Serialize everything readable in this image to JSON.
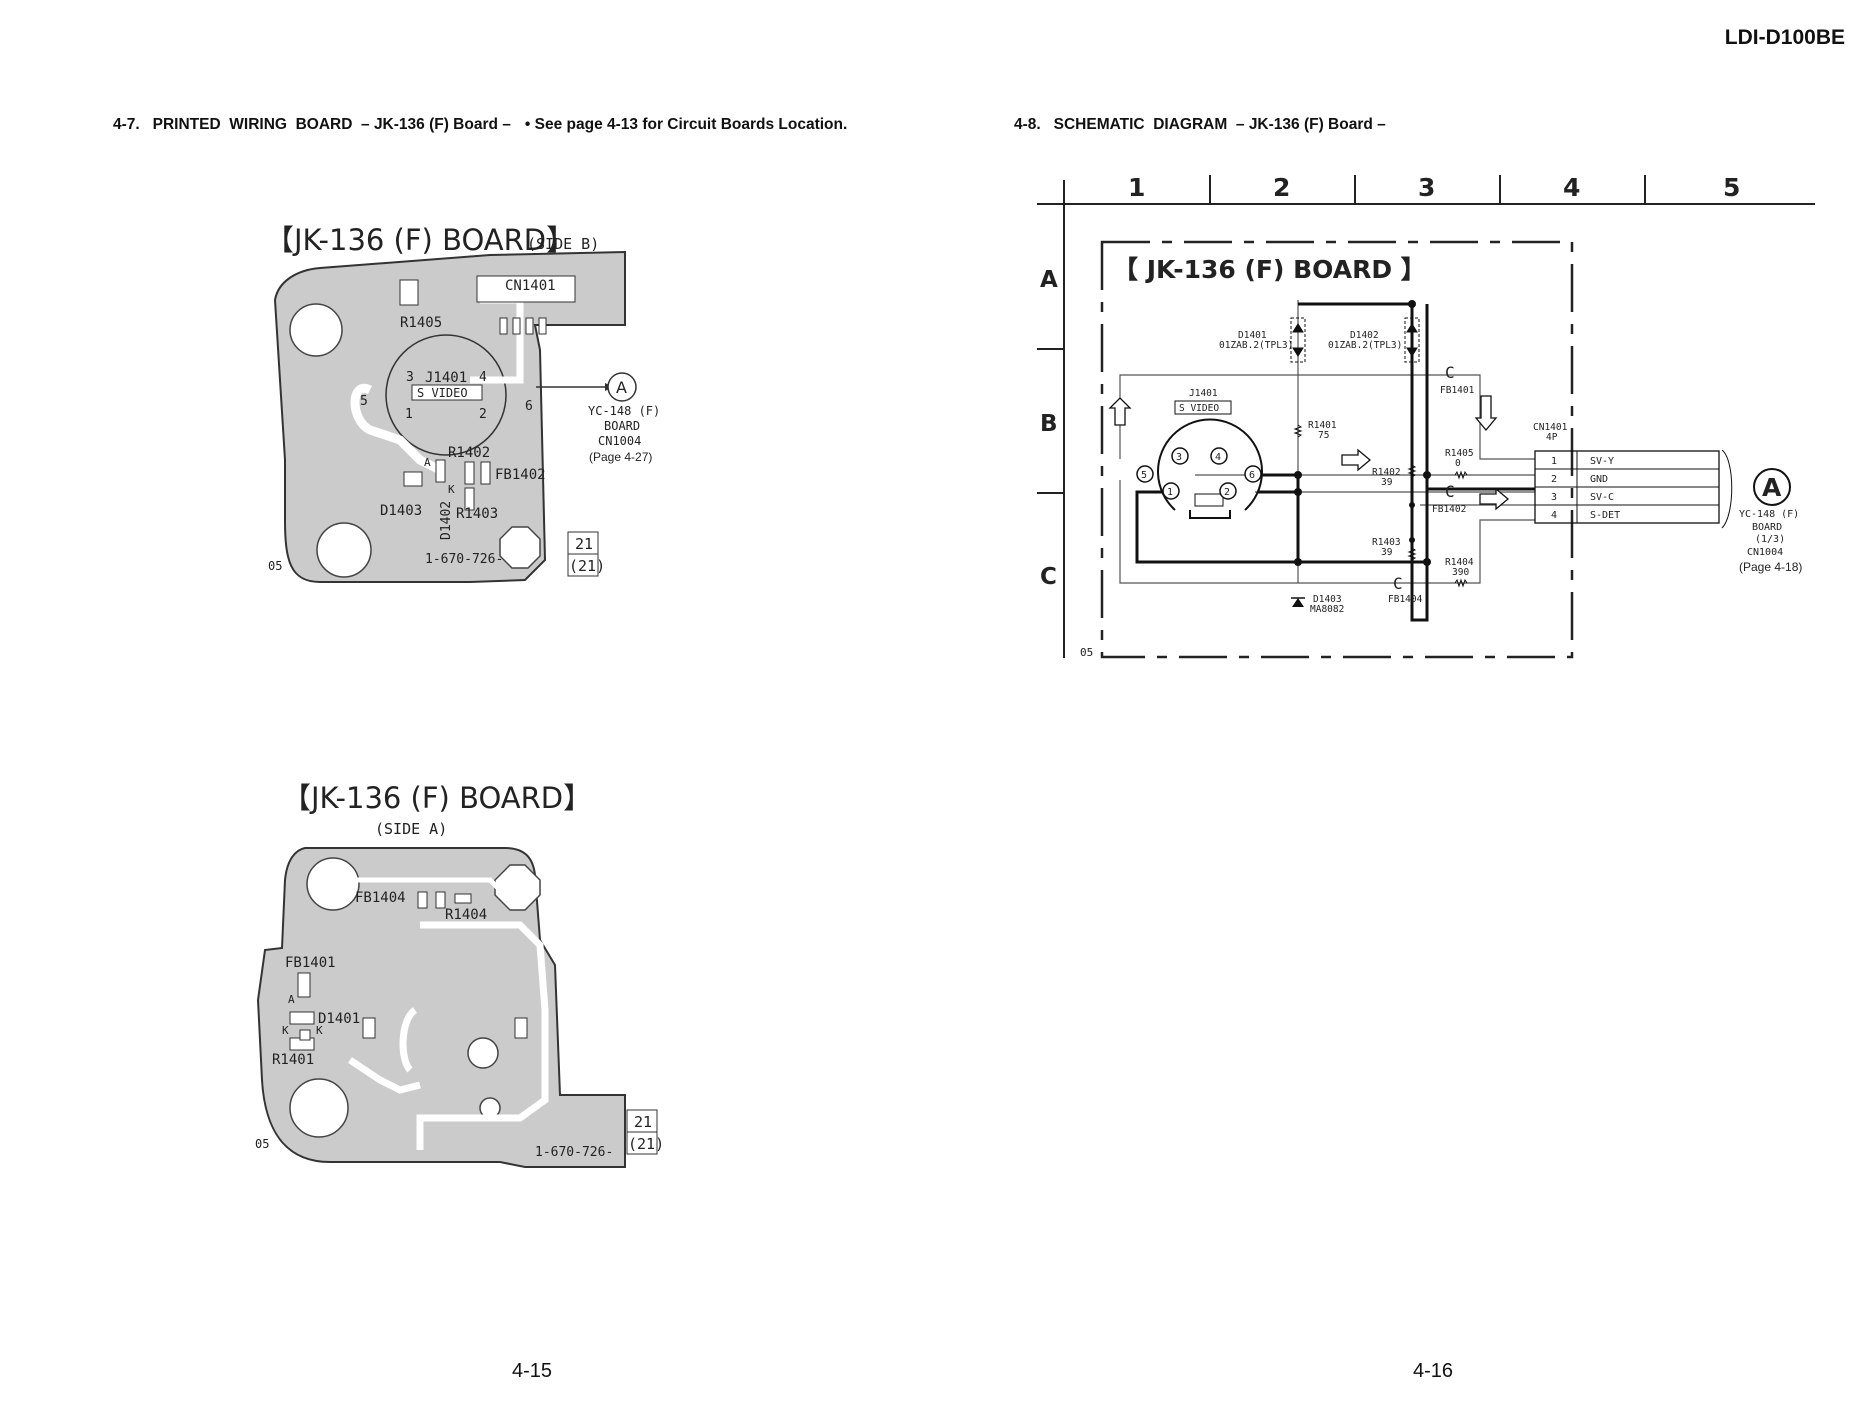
{
  "header": {
    "model": "LDI-D100BE",
    "left_section": "4-7.   PRINTED  WIRING  BOARD  – JK-136 (F) Board –",
    "left_note": "• See page 4-13 for Circuit Boards Location.",
    "right_section": "4-8.   SCHEMATIC  DIAGRAM  – JK-136 (F) Board –"
  },
  "pwb_side_b": {
    "title": "【JK-136 (F) BOARD】",
    "side": "(SIDE B)",
    "labels": {
      "cn1401": "CN1401",
      "r1405": "R1405",
      "j1401": "J1401",
      "s_video": "S VIDEO",
      "r1402": "R1402",
      "fb1402": "FB1402",
      "d1403": "D1403",
      "d1402": "D1402",
      "r1403": "R1403",
      "pin1": "1",
      "pin2": "2",
      "pin3": "3",
      "pin4": "4",
      "pin5": "5",
      "pin6": "6",
      "a": "A",
      "k": "K",
      "pn": "1-670-726-",
      "code": "05",
      "rev_top": "21",
      "rev_bot": "(21)"
    },
    "connector": {
      "marker": "A",
      "line1": "YC-148 (F)",
      "line2": "BOARD",
      "line3": "CN1004",
      "page": "(Page 4-27)"
    }
  },
  "pwb_side_a": {
    "title": "【JK-136 (F) BOARD】",
    "side": "(SIDE A)",
    "labels": {
      "fb1404": "FB1404",
      "r1404": "R1404",
      "fb1401": "FB1401",
      "d1401": "D1401",
      "r1401": "R1401",
      "a": "A",
      "k": "K",
      "pn": "1-670-726-",
      "code": "05",
      "rev_top": "21",
      "rev_bot": "(21)"
    }
  },
  "schematic": {
    "columns": [
      "1",
      "2",
      "3",
      "4",
      "5"
    ],
    "rows": [
      "A",
      "B",
      "C"
    ],
    "board_title": "【 JK-136 (F) BOARD 】",
    "code": "05",
    "components": {
      "d1401": "D1401",
      "d1401_part": "01ZAB.2(TPL3)",
      "d1402": "D1402",
      "d1402_part": "01ZAB.2(TPL3)",
      "fb1401": "FB1401",
      "j1401": "J1401",
      "j1401_sub": "S VIDEO",
      "r1401": "R1401",
      "r1401_val": "75",
      "r1402": "R1402",
      "r1402_val": "39",
      "r1403": "R1403",
      "r1403_val": "39",
      "r1404": "R1404",
      "r1404_val": "390",
      "r1405": "R1405",
      "r1405_val": "0",
      "fb1402": "FB1402",
      "fb1404": "FB1404",
      "d1403": "D1403",
      "d1403_part": "MA8082",
      "cn1401": "CN1401",
      "cn1401_pins": "4P"
    },
    "jack_pins": [
      "3",
      "4",
      "5",
      "6",
      "1",
      "2"
    ],
    "connector_pins": [
      {
        "num": "1",
        "signal": "SV-Y"
      },
      {
        "num": "2",
        "signal": "GND"
      },
      {
        "num": "3",
        "signal": "SV-C"
      },
      {
        "num": "4",
        "signal": "S-DET"
      }
    ],
    "ref": {
      "marker": "A",
      "line1": "YC-148 (F)",
      "line2": "BOARD",
      "line3": "(1/3)",
      "line4": "CN1004",
      "page": "(Page 4-18)"
    }
  },
  "footer": {
    "left_page": "4-15",
    "right_page": "4-16"
  }
}
